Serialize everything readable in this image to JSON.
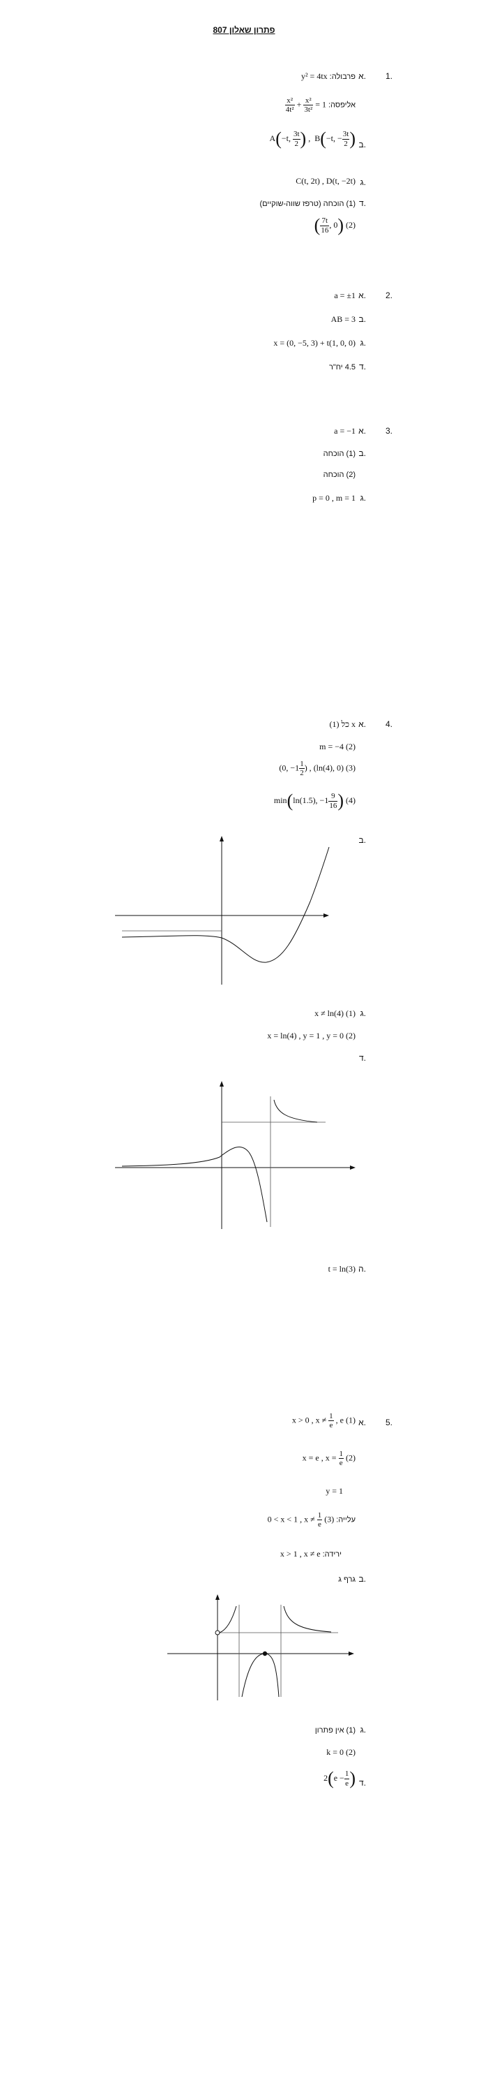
{
  "title": "פתרון שאלון 807",
  "q1": {
    "number": "1.",
    "a_letter": "א.",
    "a_label": "פרבולה:",
    "a_eq": "y² = 4tx",
    "a2_label": "אליפסה:",
    "a2_tail": " = 1",
    "b_letter": "ב.",
    "c_letter": "ג.",
    "c_val": "C(t, 2t)  ,  D(t, −2t)",
    "d_letter": "ד.",
    "d1": "(1) הוכחה (טרפז שווה-שוקיים)",
    "d2_tail": " (2)"
  },
  "q2": {
    "number": "2.",
    "a_letter": "א.",
    "a_val": "a = ±1",
    "b_letter": "ב.",
    "b_val": "AB = 3",
    "c_letter": "ג.",
    "c_val": "x = (0, −5, 3) + t(1, 0, 0)",
    "d_letter": "ד.",
    "d_val": "4.5 יח\"ר"
  },
  "q3": {
    "number": "3.",
    "a_letter": "א.",
    "a_val": "a = −1",
    "b_letter": "ב.",
    "b1": "(1) הוכחה",
    "b2": "(2) הוכחה",
    "c_letter": "ג.",
    "c_val": "p = 0  ,  m = 1"
  },
  "q4": {
    "number": "4.",
    "a_letter": "א.",
    "a1": "(1) כל x",
    "a2": "m = −4  (2)",
    "a3_tail": "(ln(4), 0)  (3)",
    "a4_pre": "min",
    "a4_tail": " (4)",
    "b_letter": "ב.",
    "c_letter": "ג.",
    "c1": "x ≠ ln(4)  (1)",
    "c2": "x = ln(4)  ,  y = 1  ,  y = 0  (2)",
    "d_letter": "ד.",
    "e_letter": "ה.",
    "e_val": "t = ln(3)"
  },
  "q5": {
    "number": "5.",
    "a_letter": "א.",
    "a1_pre": "x > 0  ,  x ≠ ",
    "a1_tail": "  ,  e  (1)",
    "a2_pre": "x = e  ,  x = ",
    "a2_tail": "  (2)",
    "a2b": "y = 1",
    "a3_pre": "0 < x < 1  ,  x ≠ ",
    "a3_label": "עלייה:",
    "a3_num": "(3)",
    "a3b": "x > 1  ,  x ≠ e",
    "a3b_label": "ירידה:",
    "b_letter": "ב.",
    "b_val": "גרף ג",
    "c_letter": "ג.",
    "c1": "(1) אין פתרון",
    "c2": "k = 0  (2)",
    "d_letter": "ד."
  },
  "fractions": {
    "x2": "x²",
    "4t2": "4t²",
    "3t2": "3t²",
    "3t": "3t",
    "2": "2",
    "7t": "7t",
    "16": "16",
    "1": "1",
    "9": "9",
    "e": "e"
  }
}
